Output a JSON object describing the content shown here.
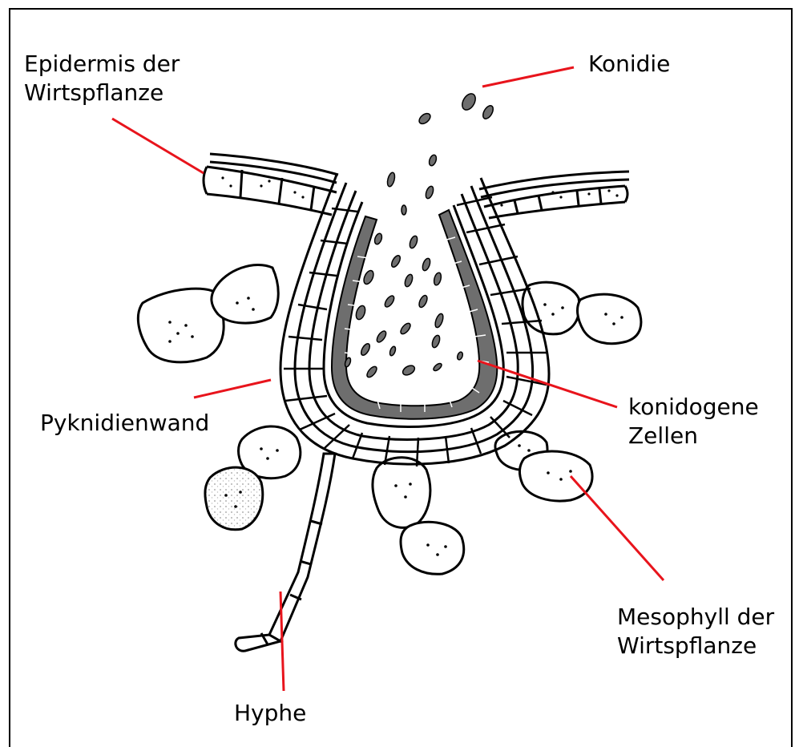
{
  "labels": {
    "epidermis": [
      "Epidermis der",
      "Wirtspflanze"
    ],
    "konidie": "Konidie",
    "pyknidienwand": "Pyknidienwand",
    "konidogene": [
      "konidogene",
      "Zellen"
    ],
    "mesophyll": [
      "Mesophyll der",
      "Wirtspflanze"
    ],
    "hyphe": "Hyphe"
  },
  "colors": {
    "leader": "#e8141c",
    "outline": "#000000",
    "spore": "#6e6e6e",
    "cell_fill": "#ffffff",
    "stipple": "#d9d9d9"
  }
}
